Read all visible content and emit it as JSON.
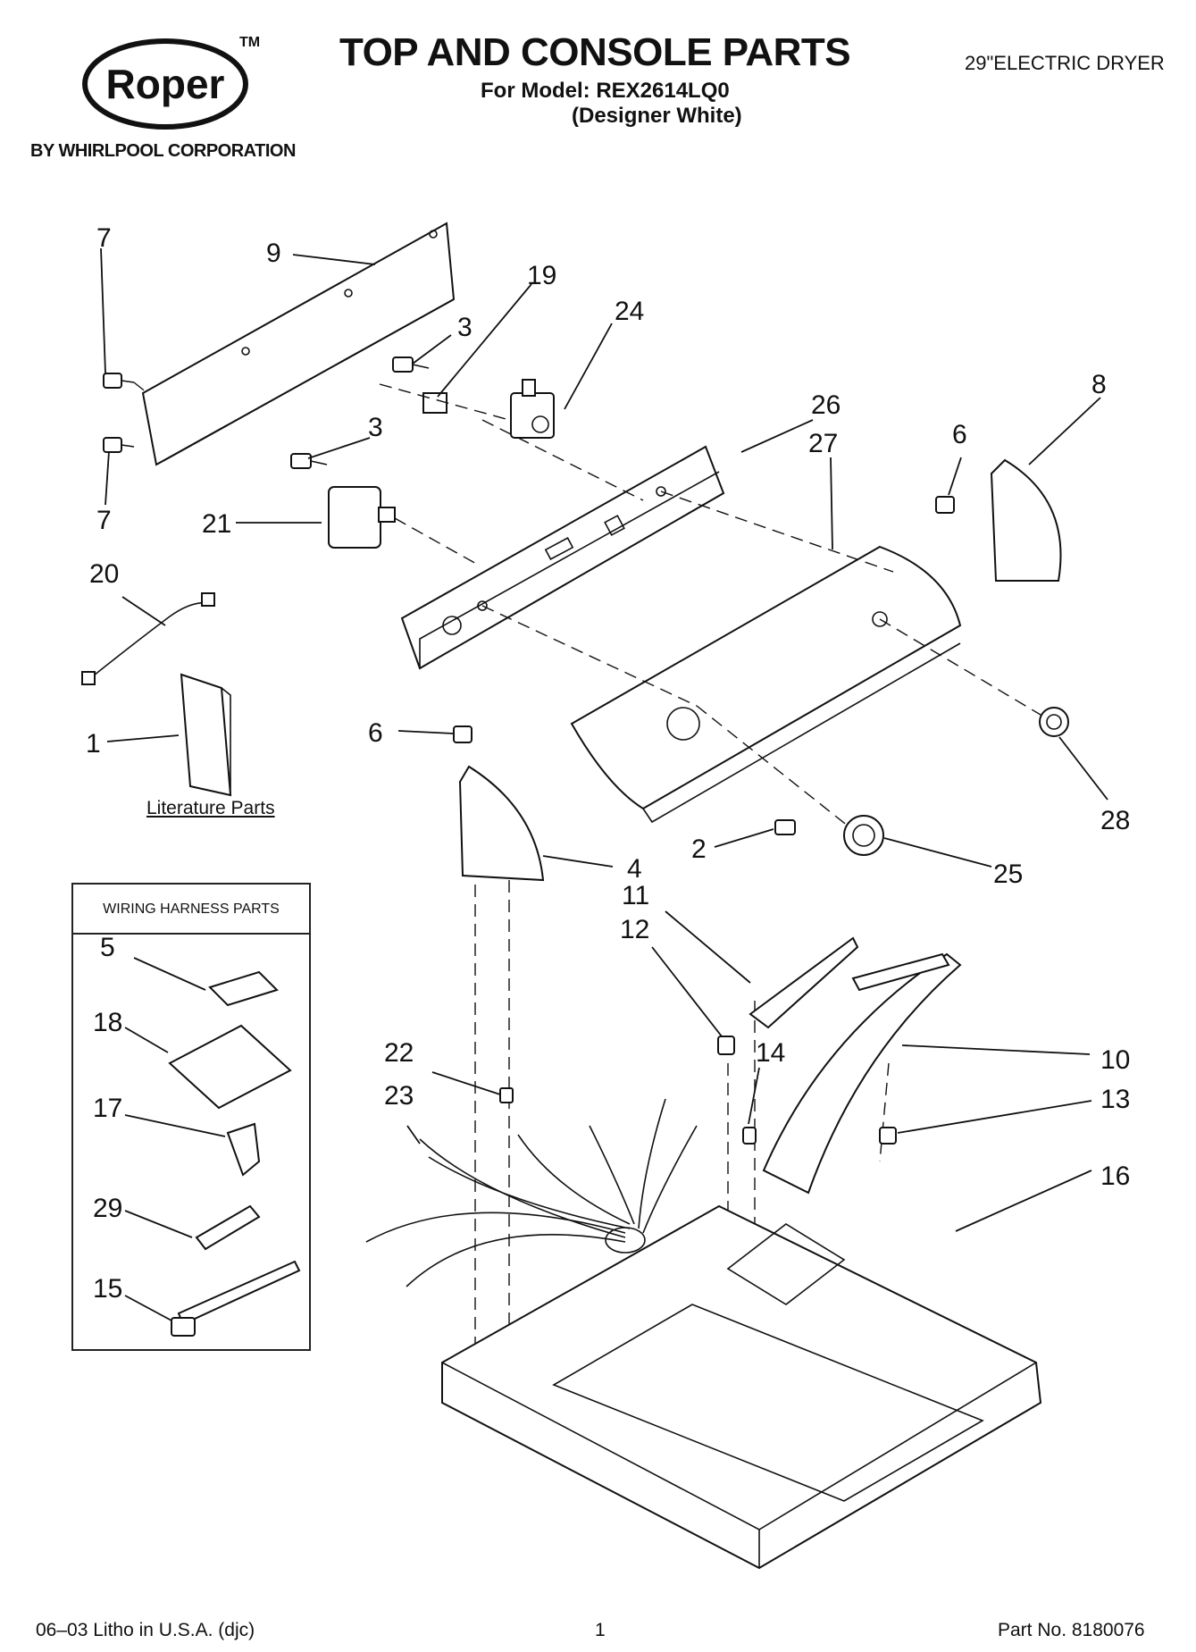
{
  "brand": {
    "logo_text": "Roper",
    "trademark": "TM",
    "byline": "BY WHIRLPOOL CORPORATION"
  },
  "header": {
    "title": "TOP AND CONSOLE PARTS",
    "model_line": "For Model: REX2614LQ0",
    "model_sub": "(Designer White)",
    "product_type": "29\"ELECTRIC DRYER"
  },
  "literature_label": "Literature Parts",
  "wiring_harness_title": "WIRING HARNESS PARTS",
  "callouts": {
    "c7a": "7",
    "c9": "9",
    "c19": "19",
    "c24": "24",
    "c3a": "3",
    "c3b": "3",
    "c7b": "7",
    "c21": "21",
    "c26": "26",
    "c27": "27",
    "c8": "8",
    "c6a": "6",
    "c20": "20",
    "c1": "1",
    "c6b": "6",
    "c28": "28",
    "c2": "2",
    "c25": "25",
    "c4": "4",
    "c11": "11",
    "c12": "12",
    "c5": "5",
    "c18": "18",
    "c22": "22",
    "c14": "14",
    "c10": "10",
    "c23": "23",
    "c13": "13",
    "c17": "17",
    "c29": "29",
    "c16": "16",
    "c15": "15"
  },
  "footer": {
    "left": "06–03 Litho in U.S.A. (djc)",
    "center": "1",
    "right": "Part No. 8180076"
  }
}
